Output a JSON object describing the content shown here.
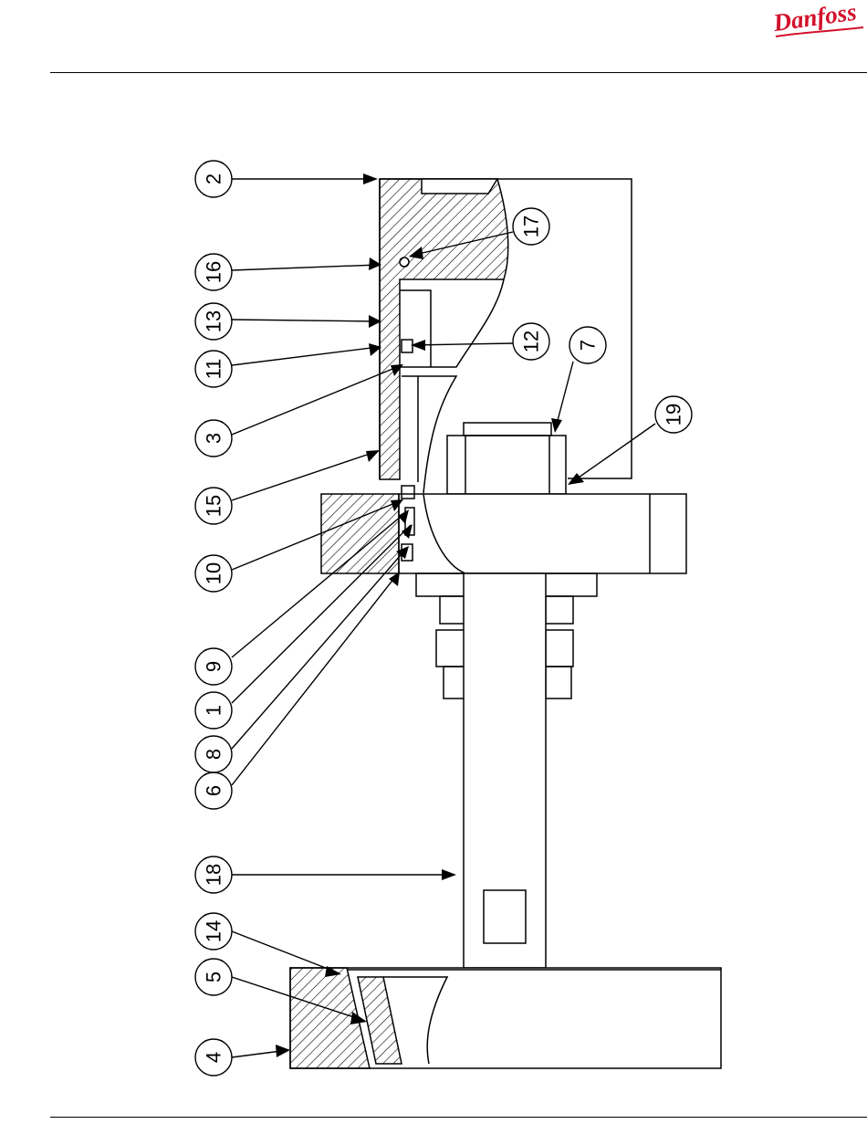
{
  "brand": {
    "name": "Danfoss",
    "color": "#d3112b"
  },
  "drawing": {
    "callouts": [
      "2",
      "16",
      "13",
      "11",
      "3",
      "15",
      "10",
      "9",
      "1",
      "8",
      "6",
      "18",
      "14",
      "5",
      "4",
      "17",
      "12",
      "7",
      "19"
    ]
  }
}
